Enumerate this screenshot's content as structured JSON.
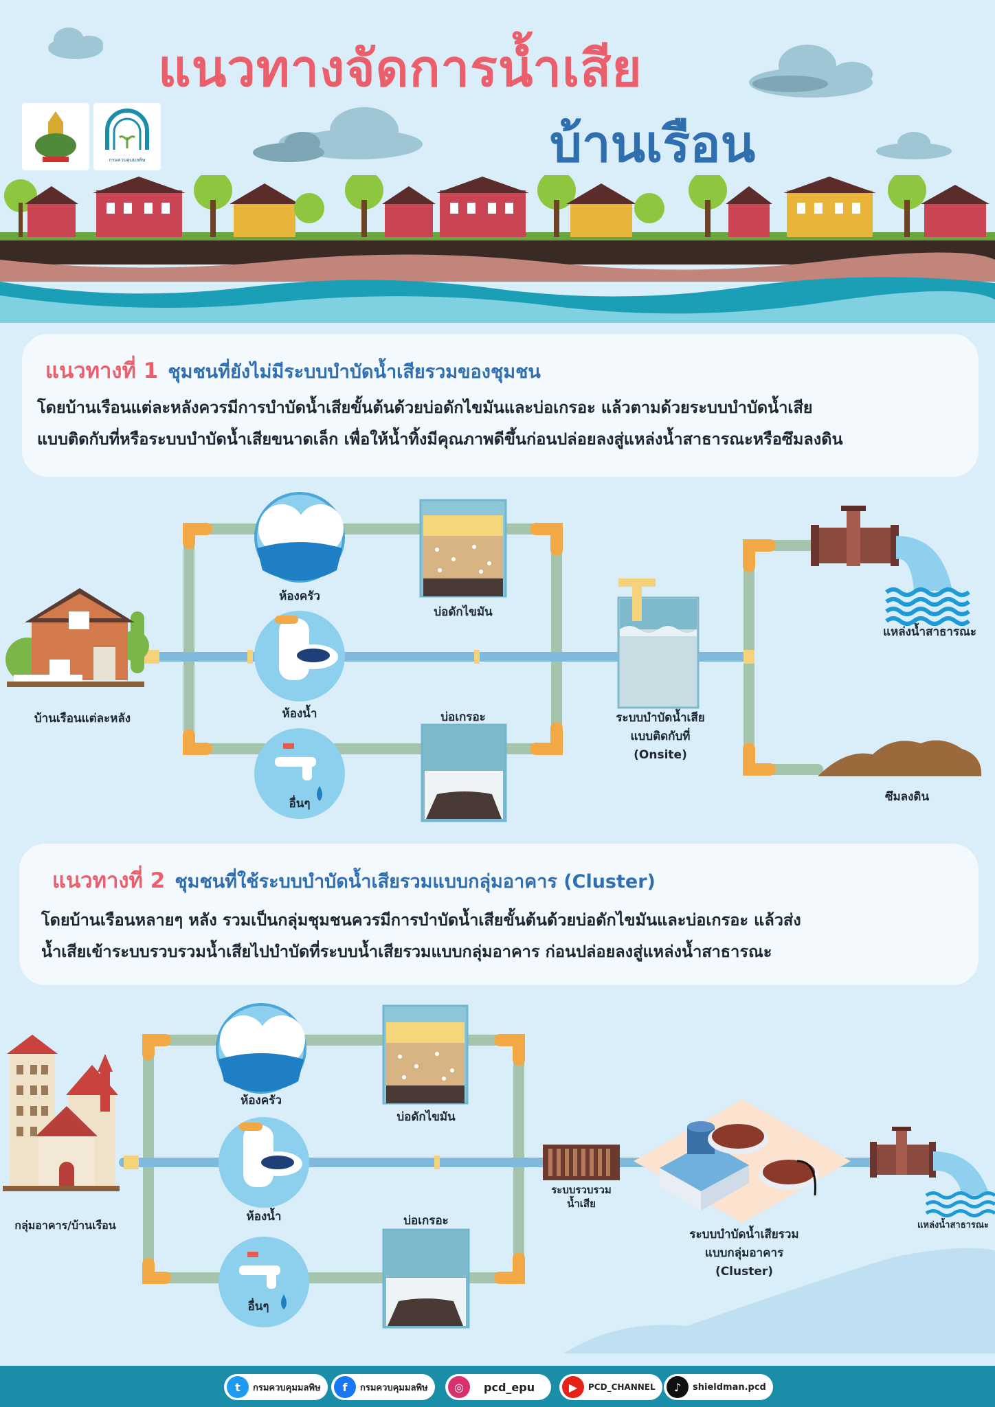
{
  "title": {
    "main": "แนวทางจัดการน้ำเสีย",
    "sub": "บ้านเรือน"
  },
  "logos": [
    {
      "name": "emblem-logo",
      "caption": ""
    },
    {
      "name": "pcd-logo",
      "caption": "กรมควบคุมมลพิษ"
    }
  ],
  "approach1": {
    "number": "แนวทางที่ 1",
    "heading": "ชุมชนที่ยังไม่มีระบบบำบัดน้ำเสียรวมของชุมชน",
    "body_line1": "โดยบ้านเรือนแต่ละหลังควรมีการบำบัดน้ำเสียขั้นต้นด้วยบ่อดักไขมันและบ่อเกรอะ แล้วตามด้วยระบบบำบัดน้ำเสีย",
    "body_line2": "แบบติดกับที่หรือระบบบำบัดน้ำเสียขนาดเล็ก เพื่อให้น้ำทิ้งมีคุณภาพดีขึ้นก่อนปล่อยลงสู่แหล่งน้ำสาธารณะหรือซึมลงดิน",
    "labels": {
      "house": "บ้านเรือนแต่ละหลัง",
      "kitchen": "ห้องครัว",
      "toilet": "ห้องน้ำ",
      "other": "อื่นๆ",
      "grease_trap": "บ่อดักไขมัน",
      "septic_tank": "บ่อเกรอะ",
      "onsite_line1": "ระบบบำบัดน้ำเสีย",
      "onsite_line2": "แบบติดกับที่",
      "onsite_line3": "(Onsite)",
      "public_water": "แหล่งน้ำสาธารณะ",
      "seep": "ซึมลงดิน"
    }
  },
  "approach2": {
    "number": "แนวทางที่ 2",
    "heading": "ชุมชนที่ใช้ระบบบำบัดน้ำเสียรวมแบบกลุ่มอาคาร (Cluster)",
    "body_line1": "โดยบ้านเรือนหลายๆ หลัง รวมเป็นกลุ่มชุมชนควรมีการบำบัดน้ำเสียขั้นต้นด้วยบ่อดักไขมันและบ่อเกรอะ แล้วส่ง",
    "body_line2": "น้ำเสียเข้าระบบรวบรวมน้ำเสียไปบำบัดที่ระบบน้ำเสียรวมแบบกลุ่มอาคาร ก่อนปล่อยลงสู่แหล่งน้ำสาธารณะ",
    "labels": {
      "buildings": "กลุ่มอาคาร/บ้านเรือน",
      "kitchen": "ห้องครัว",
      "toilet": "ห้องน้ำ",
      "other": "อื่นๆ",
      "grease_trap": "บ่อดักไขมัน",
      "septic_tank": "บ่อเกรอะ",
      "collection_line1": "ระบบรวบรวม",
      "collection_line2": "น้ำเสีย",
      "cluster_line1": "ระบบบำบัดน้ำเสียรวม",
      "cluster_line2": "แบบกลุ่มอาคาร",
      "cluster_line3": "(Cluster)",
      "public_water": "แหล่งน้ำสาธารณะ"
    }
  },
  "footer": {
    "social": [
      {
        "icon": "twitter-icon",
        "glyph": "t",
        "color": "#1d9bf0",
        "text": "กรมควบคุมมลพิษ"
      },
      {
        "icon": "facebook-icon",
        "glyph": "f",
        "color": "#1877f2",
        "text": "กรมควบคุมมลพิษ"
      },
      {
        "icon": "instagram-icon",
        "glyph": "◎",
        "color": "#d6306e",
        "text": "pcd_epu"
      },
      {
        "icon": "youtube-icon",
        "glyph": "▶",
        "color": "#e62117",
        "text": "PCD_CHANNEL"
      },
      {
        "icon": "tiktok-icon",
        "glyph": "♪",
        "color": "#111111",
        "text": "shieldman.pcd"
      }
    ]
  },
  "colors": {
    "title_red": "#ea5f6b",
    "title_blue": "#2f6fb0",
    "background": "#d9eef9",
    "pipe_green": "#a4c4ac",
    "pipe_orange": "#f2a945",
    "pipe_blue": "#7fb9dc",
    "footer": "#1a8ea9"
  }
}
